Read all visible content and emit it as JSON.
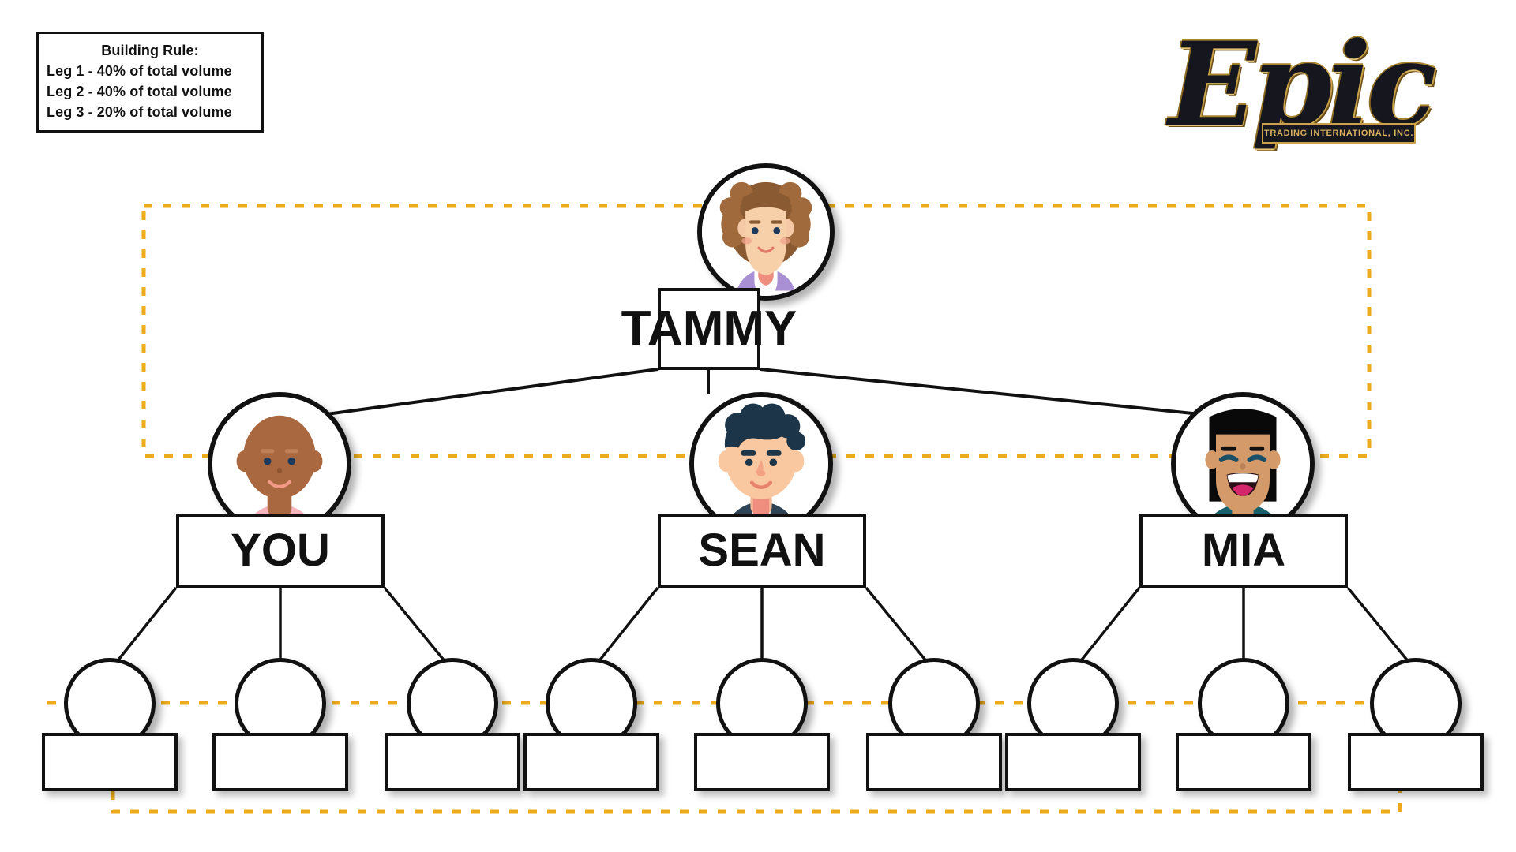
{
  "rule_legend": {
    "title": "Building Rule:",
    "lines": [
      "Leg 1 - 40% of total volume",
      "Leg 2 - 40% of total volume",
      "Leg 3 - 20% of total volume"
    ]
  },
  "logo": {
    "wordmark": "Epic",
    "tagline": "TRADING INTERNATIONAL, INC."
  },
  "colors": {
    "dashed_gold": "#EBAB1C",
    "outline_black": "#111111",
    "background": "#FFFFFF"
  },
  "tree": {
    "root": {
      "name": "TAMMY",
      "avatar": "woman-curly-brown-hair-avatar"
    },
    "level1": [
      {
        "name": "YOU",
        "avatar": "man-bald-dark-skin-pink-shirt-avatar"
      },
      {
        "name": "SEAN",
        "avatar": "man-dark-navy-hair-light-skin-avatar"
      },
      {
        "name": "MIA",
        "avatar": "woman-black-bob-hair-teal-top-avatar"
      }
    ],
    "level2": [
      {
        "name": "",
        "avatar": "empty-placeholder"
      },
      {
        "name": "",
        "avatar": "empty-placeholder"
      },
      {
        "name": "",
        "avatar": "empty-placeholder"
      },
      {
        "name": "",
        "avatar": "empty-placeholder"
      },
      {
        "name": "",
        "avatar": "empty-placeholder"
      },
      {
        "name": "",
        "avatar": "empty-placeholder"
      },
      {
        "name": "",
        "avatar": "empty-placeholder"
      },
      {
        "name": "",
        "avatar": "empty-placeholder"
      },
      {
        "name": "",
        "avatar": "empty-placeholder"
      }
    ]
  }
}
